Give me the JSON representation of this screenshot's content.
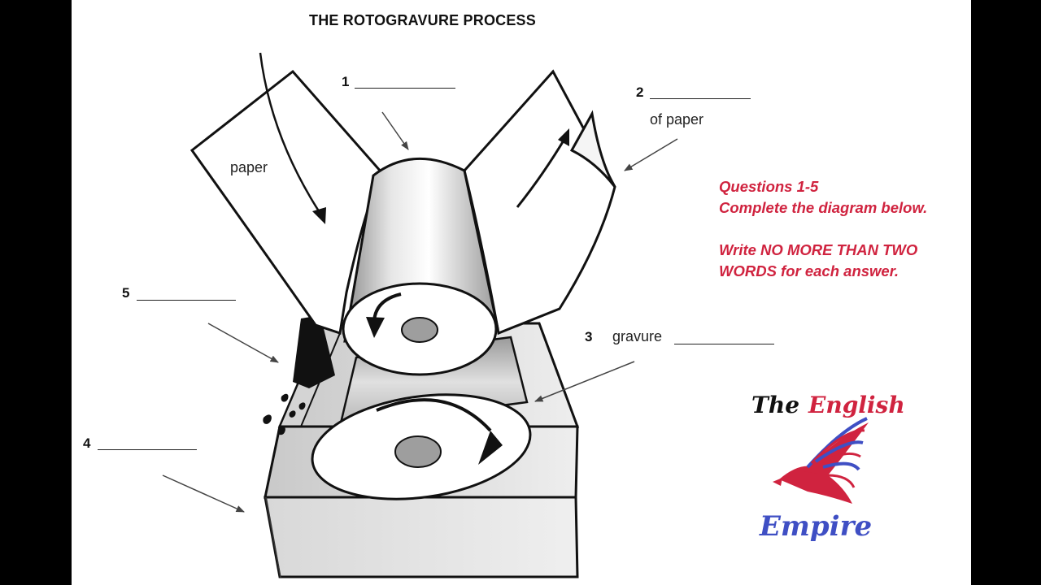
{
  "title": "THE ROTOGRAVURE PROCESS",
  "labels": {
    "n1": "1",
    "n2": "2",
    "n2_suffix": "of paper",
    "n3": "3",
    "n3_prefix": "gravure",
    "n4": "4",
    "n5": "5",
    "paper": "paper"
  },
  "instructions": {
    "line1": "Questions 1-5",
    "line2": "Complete the diagram below.",
    "line3": "Write NO MORE THAN TWO",
    "line4": "WORDS for each answer."
  },
  "logo": {
    "the": "The",
    "english": "English",
    "empire": "Empire"
  },
  "colors": {
    "instruction": "#d0233f",
    "brand_red": "#d0233f",
    "brand_blue": "#3f4fc4",
    "background": "#000000"
  }
}
